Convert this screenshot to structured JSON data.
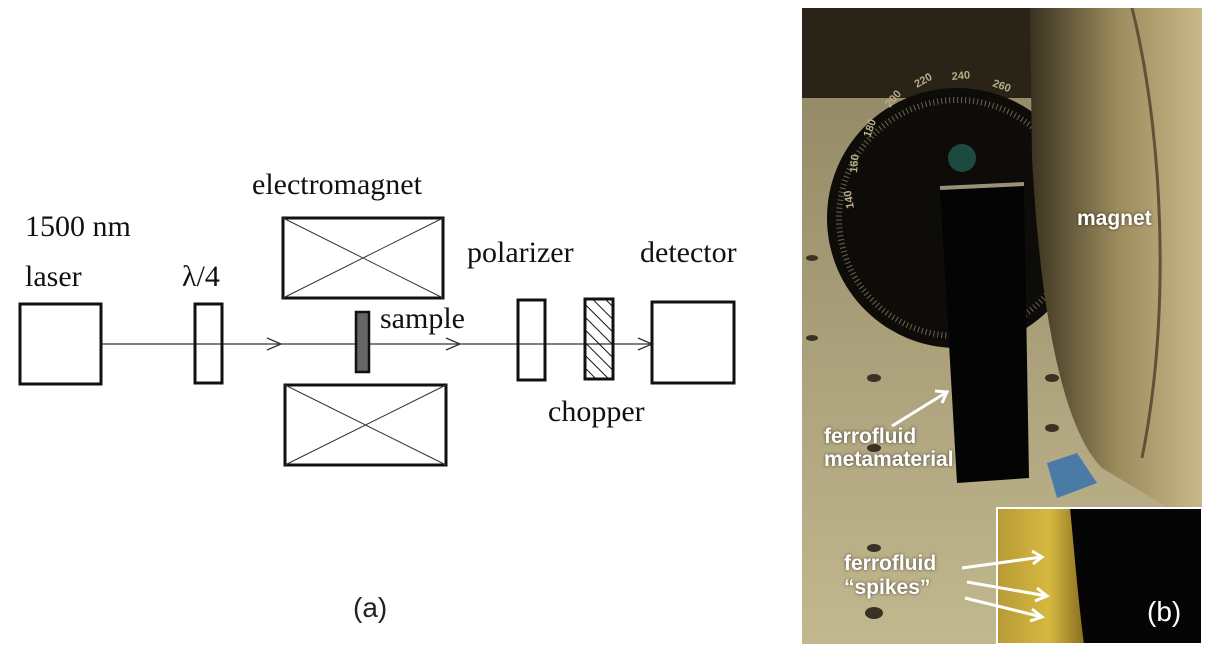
{
  "panel_a": {
    "label": "(a)",
    "components": {
      "laser_line1": "1500 nm",
      "laser_line2": "laser",
      "waveplate": "λ/4",
      "electromagnet": "electromagnet",
      "sample": "sample",
      "polarizer": "polarizer",
      "chopper": "chopper",
      "detector": "detector"
    }
  },
  "panel_b": {
    "label": "(b)",
    "annotations": {
      "magnet": "magnet",
      "ferrofluid_metamaterial_line1": "ferrofluid",
      "ferrofluid_metamaterial_line2": "metamaterial",
      "spikes_line1": "ferrofluid",
      "spikes_line2": "“spikes”"
    },
    "dial_numbers": [
      "200",
      "220",
      "240",
      "260",
      "180",
      "160",
      "140"
    ]
  },
  "colors": {
    "line": "#111111",
    "sample_fill": "#666666",
    "photo_text": "#ffffff"
  }
}
